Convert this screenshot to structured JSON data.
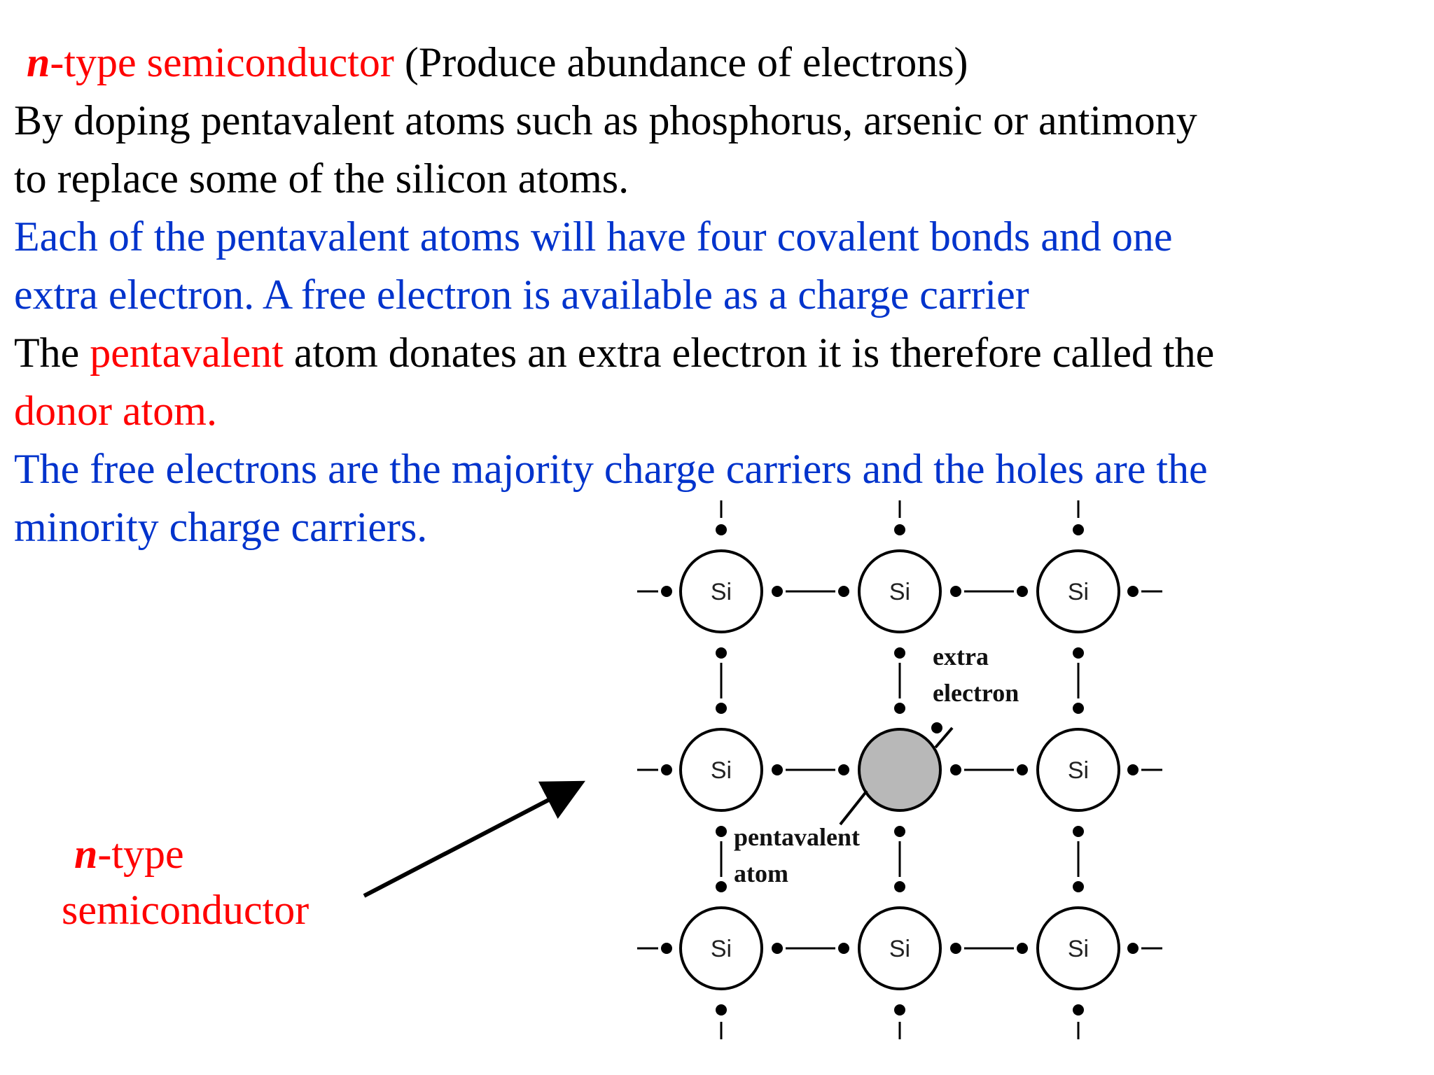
{
  "title": {
    "emph_prefix": "n",
    "rest": "-type semiconductor",
    "note": " (Produce abundance of electrons)"
  },
  "paragraph1": {
    "line1": "By doping pentavalent atoms such as phosphorus, arsenic or antimony",
    "line2": "to replace some of the silicon atoms."
  },
  "paragraph2": {
    "line1": "Each of the pentavalent atoms will have four covalent bonds and one",
    "line2": "extra electron. A free electron is available as a charge carrier"
  },
  "paragraph3": {
    "part1": "The ",
    "part2": "pentavalent",
    "part3": " atom donates an extra electron it is therefore called the",
    "line2": "donor atom."
  },
  "paragraph4": {
    "line1": "The free electrons are the majority charge carriers and the holes  are the",
    "line2": "minority charge carriers."
  },
  "callout": {
    "emph_prefix": "n",
    "rest": "-type",
    "line2": "semiconductor"
  },
  "diagram": {
    "atom_label": "Si",
    "extra_label_line1": "extra",
    "extra_label_line2": "electron",
    "pentavalent_label_line1": "pentavalent",
    "pentavalent_label_line2": "atom"
  },
  "colors": {
    "red": "#ff0000",
    "blue": "#0033cc",
    "black": "#000000",
    "donor_atom_fill": "#b8b8b8"
  }
}
